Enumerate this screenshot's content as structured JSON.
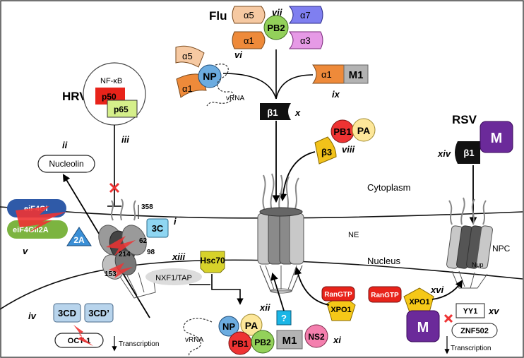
{
  "headers": {
    "flu": "Flu",
    "hrv": "HRV",
    "rsv": "RSV"
  },
  "compartments": {
    "cytoplasm": "Cytoplasm",
    "nucleus": "Nucleus",
    "ne": "NE",
    "npc": "NPC",
    "nup": "Nup"
  },
  "romans": {
    "i": "i",
    "ii": "ii",
    "iii": "iii",
    "iv": "iv",
    "v": "v",
    "vi": "vi",
    "vii": "vii",
    "viii": "viii",
    "ix": "ix",
    "x": "x",
    "xi": "xi",
    "xii": "xii",
    "xiii": "xiii",
    "xiv": "xiv",
    "xv": "xv",
    "xvi": "xvi"
  },
  "flu": {
    "a5": "α5",
    "a7": "α7",
    "a1": "α1",
    "a3": "α3",
    "pb2": "PB2",
    "np_a5": "α5",
    "np_a1": "α1",
    "np": "NP",
    "vrna": "vRNA",
    "m1_a1": "α1",
    "m1": "M1",
    "beta1": "β1",
    "pb1": "PB1",
    "pa": "PA",
    "beta3": "β3"
  },
  "hrv": {
    "nfkb": "NF-κB",
    "p50": "p50",
    "p65": "p65",
    "nucleolin": "Nucleolin",
    "eif4gi": "eiF4GI",
    "eif4gii2a": "eiF4GII2A",
    "p2a": "2A",
    "p3c": "3C",
    "n358": "358",
    "n62": "62",
    "n214": "214",
    "n98": "98",
    "n153": "153",
    "p3cd": "3CD",
    "p3cdp": "3CD’",
    "oct1": "OCT-1",
    "transcription": "Transcription"
  },
  "nucleus_export": {
    "nxf1": "NXF1/TAP",
    "hsc70": "Hsc70",
    "np": "NP",
    "pa": "PA",
    "pb1": "PB1",
    "pb2": "PB2",
    "vrna": "vRNA",
    "m1": "M1",
    "question": "?",
    "ns2": "NS2",
    "xpo1": "XPO1",
    "rangtp": "RanGTP"
  },
  "rsv": {
    "m": "M",
    "beta1": "β1",
    "rangtp": "RanGTP",
    "xpo1": "XPO1",
    "m_nuc": "M",
    "yy1": "YY1",
    "znf502": "ZNF502",
    "transcription": "Transcription"
  }
}
